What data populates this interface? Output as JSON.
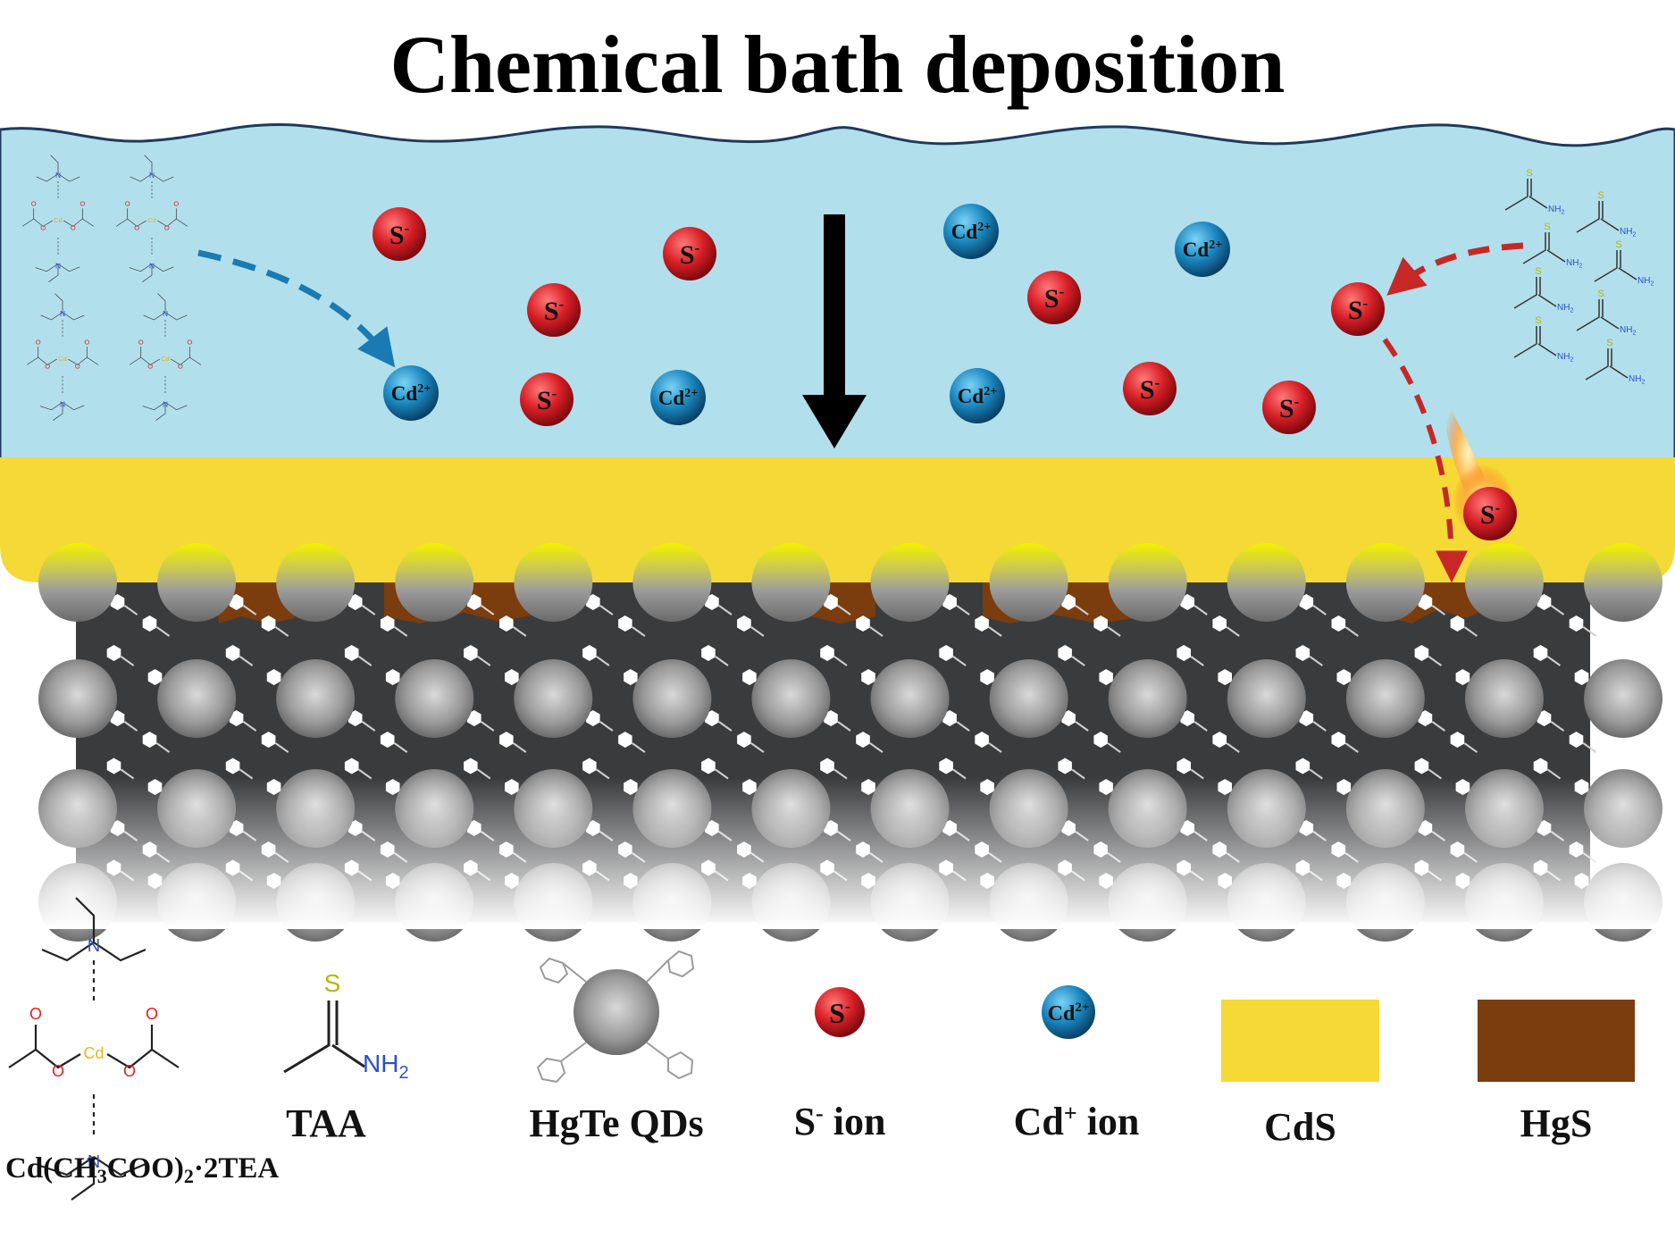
{
  "title": "Chemical bath deposition",
  "ions": {
    "s_ion": "S",
    "s_charge": "-",
    "cd_ion": "Cd",
    "cd_charge": "2+"
  },
  "molecule_labels": {
    "sulfur": "S",
    "amine": "NH",
    "amine_sub": "2",
    "nitrogen": "N",
    "oxygen": "O",
    "cadmium": "Cd"
  },
  "legend": {
    "cd_complex": {
      "text": "Cd(CH",
      "sub1": "3",
      "mid": "COO)",
      "sub2": "2",
      "end": "·2TEA"
    },
    "taa": "TAA",
    "hgte_qds": "HgTe QDs",
    "s_ion": {
      "base": "S",
      "sup": "-",
      "rest": " ion"
    },
    "cd_ion": {
      "base": "Cd",
      "sup": "+",
      "rest": " ion"
    },
    "cds": "CdS",
    "hgs": "HgS"
  },
  "colors": {
    "solution": "#b2dfec",
    "cds_layer": "#f5d936",
    "hgs_layer": "#7b3c0e",
    "qd_matrix": "#3a3b3d",
    "s_ion": "#d71f26",
    "cd_ion": "#1a86bf",
    "cd_arrow": "#1a7ab3",
    "s_arrow": "#c62828"
  }
}
